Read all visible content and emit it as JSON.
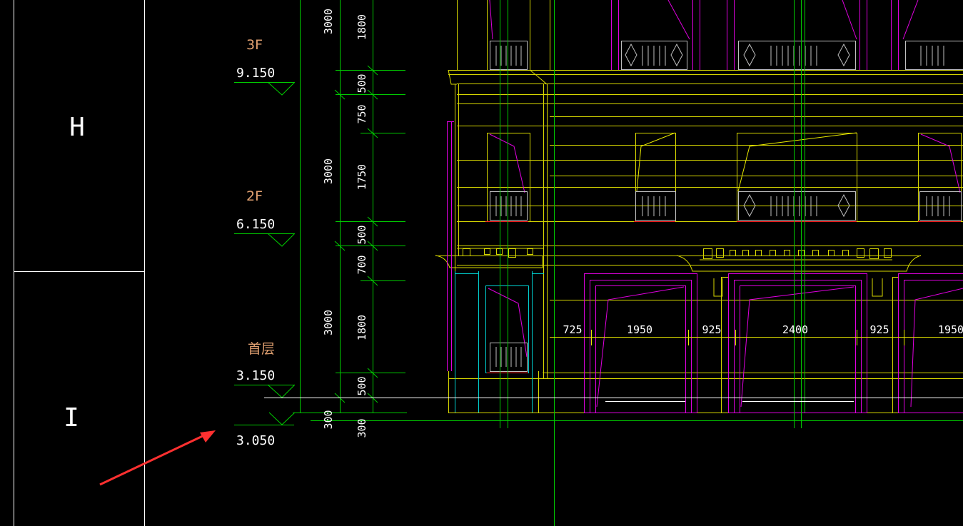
{
  "colors": {
    "background": "#000000",
    "frame_lines": "#ffffff",
    "dimension_lines": "#00cc00",
    "elevation_marks": "#00cc00",
    "level_label": "#e0a070",
    "building_yellow": "#e8e800",
    "building_magenta": "#e000e0",
    "building_cyan": "#00e0e0",
    "annotation_arrow": "#ff3030"
  },
  "grid_labels": {
    "upper": "H",
    "lower": "I"
  },
  "levels": [
    {
      "name": "3F",
      "elevation": "9.150"
    },
    {
      "name": "2F",
      "elevation": "6.150"
    },
    {
      "name": "首层",
      "elevation": "3.150"
    },
    {
      "name": "",
      "elevation": "3.050"
    }
  ],
  "vertical_dims_outer": [
    "3000",
    "3000",
    "3000",
    "300"
  ],
  "vertical_dims_inner": [
    "1800",
    "500",
    "750",
    "1750",
    "500",
    "700",
    "1800",
    "500",
    "300"
  ],
  "horizontal_dims": [
    "725",
    "1950",
    "925",
    "2400",
    "925",
    "1950"
  ],
  "annotation": {
    "icon": "red-arrow-pointer"
  }
}
